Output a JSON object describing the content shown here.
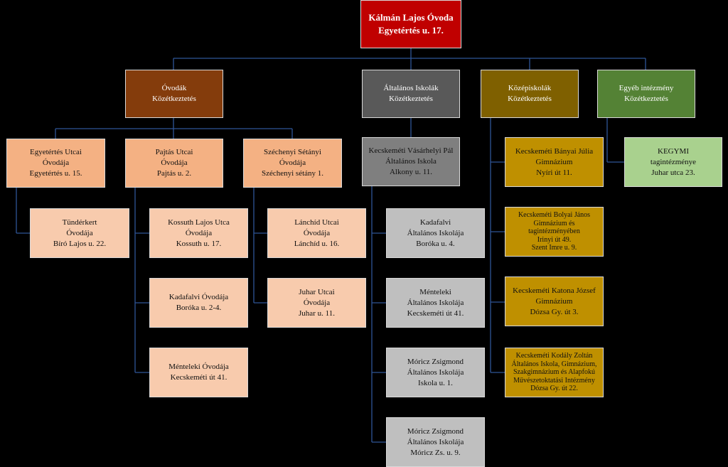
{
  "colors": {
    "root": "#c00000",
    "kindergarten_header": "#843c0c",
    "kindergarten": "#f4b183",
    "kindergarten_light": "#f8cbad",
    "primary_header": "#595959",
    "primary_first": "#7f7f7f",
    "primary": "#bfbfbf",
    "secondary_header": "#7f6000",
    "secondary": "#bf9000",
    "other_header": "#548235",
    "other": "#a9d18e",
    "connector": "#2f5597"
  },
  "root": {
    "line1": "Kálmán Lajos Óvoda",
    "line2": "Egyetértés u. 17."
  },
  "categories": {
    "ovodak": {
      "line1": "Óvodák",
      "line2": "Közétkeztetés"
    },
    "altalanos": {
      "line1": "Általános Iskolák",
      "line2": "Közétkeztetés"
    },
    "kozep": {
      "line1": "Középiskolák",
      "line2": "Közétkeztetés"
    },
    "egyeb": {
      "line1": "Egyéb intézmény",
      "line2": "Közétkeztetés"
    }
  },
  "kindergartens": {
    "egyetertes": {
      "line1": "Egyetértés Utcai",
      "line2": "Óvodája",
      "line3": "Egyetértés u. 15."
    },
    "pajtas": {
      "line1": "Pajtás Utcai",
      "line2": "Óvodája",
      "line3": "Pajtás u. 2."
    },
    "szechenyi": {
      "line1": "Széchenyi Sétányi",
      "line2": "Óvodája",
      "line3": "Széchenyi sétány 1."
    },
    "tunderkert": {
      "line1": "Tündérkert",
      "line2": "Óvodája",
      "line3": "Bíró Lajos u. 22."
    },
    "kossuth": {
      "line1": "Kossuth Lajos Utca",
      "line2": "Óvodája",
      "line3": "Kossuth u. 17."
    },
    "kadafalvi": {
      "line1": "Kadafalvi Óvodája",
      "line2": "Boróka u. 2-4."
    },
    "menteleki": {
      "line1": "Ménteleki Óvodája",
      "line2": "Kecskeméti út 41."
    },
    "lanchid": {
      "line1": "Lánchíd Utcai",
      "line2": "Óvodája",
      "line3": "Lánchíd u. 16."
    },
    "juhar": {
      "line1": "Juhar Utcai",
      "line2": "Óvodája",
      "line3": "Juhar u. 11."
    }
  },
  "primary_schools": {
    "vasarhelyi": {
      "line1": "Kecskeméti Vásárhelyi Pál",
      "line2": "Általános Iskola",
      "line3": "Alkony u. 11."
    },
    "kadafalvi": {
      "line1": "Kadafalvi",
      "line2": "Általános Iskolája",
      "line3": "Boróka u. 4."
    },
    "menteleki": {
      "line1": "Ménteleki",
      "line2": "Általános Iskolája",
      "line3": "Kecskeméti út 41."
    },
    "moricz1": {
      "line1": "Móricz Zsigmond",
      "line2": "Általános Iskolája",
      "line3": "Iskola u. 1."
    },
    "moricz2": {
      "line1": "Móricz Zsigmond",
      "line2": "Általános Iskolája",
      "line3": "Móricz Zs. u. 9."
    }
  },
  "secondary_schools": {
    "banyai": {
      "line1": "Kecskeméti Bányai Júlia",
      "line2": "Gimnázium",
      "line3": "Nyíri út 11."
    },
    "bolyai": {
      "line1": "Kecskeméti Bolyai János",
      "line2": "Gimnázium és",
      "line3": "tagintézményében",
      "line4": "Irinyi út 49.",
      "line5": "Szent Imre u. 9."
    },
    "katona": {
      "line1": "Kecskeméti Katona József",
      "line2": "Gimnázium",
      "line3": "Dózsa Gy. út 3."
    },
    "kodaly": {
      "line1": "Kecskeméti Kodály Zoltán",
      "line2": "Általános Iskola, Gimnázium,",
      "line3": "Szakgimnázium és Alapfokú",
      "line4": "Művészetoktatási Intézmény",
      "line5": "Dózsa Gy. út 22."
    }
  },
  "other": {
    "kegymi": {
      "line1": "KEGYMI",
      "line2": "tagintézménye",
      "line3": "Juhar utca 23."
    }
  }
}
